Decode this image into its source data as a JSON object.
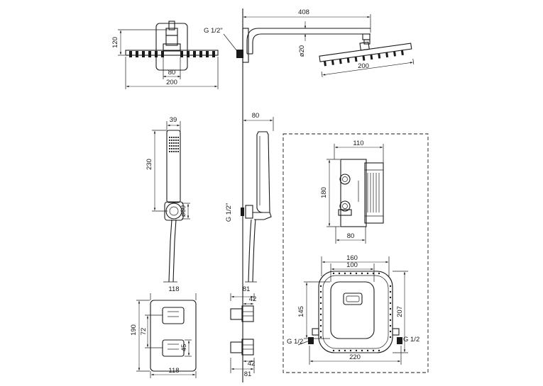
{
  "drawing": {
    "head_front": {
      "height": "120",
      "neck_width": "80",
      "width": "200"
    },
    "head_side": {
      "arm_length": "408",
      "thread": "G 1/2\"",
      "arm_diameter": "ø20",
      "width": "200"
    },
    "hand_shower": {
      "width": "39",
      "length": "230",
      "holder_diameter": "ø60"
    },
    "holder_side": {
      "depth": "80",
      "thread": "G 1/2\""
    },
    "box_side": {
      "width": "110",
      "height": "180",
      "depth": "80"
    },
    "box_front": {
      "outer_width": "160",
      "inner_width": "100",
      "inner_height": "145",
      "outer_height": "207",
      "thread_left": "G 1/2",
      "thread_right": "G 1/2",
      "total_width": "220"
    },
    "plate_front": {
      "top_width": "118",
      "height": "190",
      "knob_spacing": "72",
      "knob_size": "45",
      "bottom_width": "118"
    },
    "plate_side": {
      "top_depth": "81",
      "knob_depth_top": "42",
      "knob_depth_bottom": "42",
      "bottom_depth": "81"
    }
  }
}
